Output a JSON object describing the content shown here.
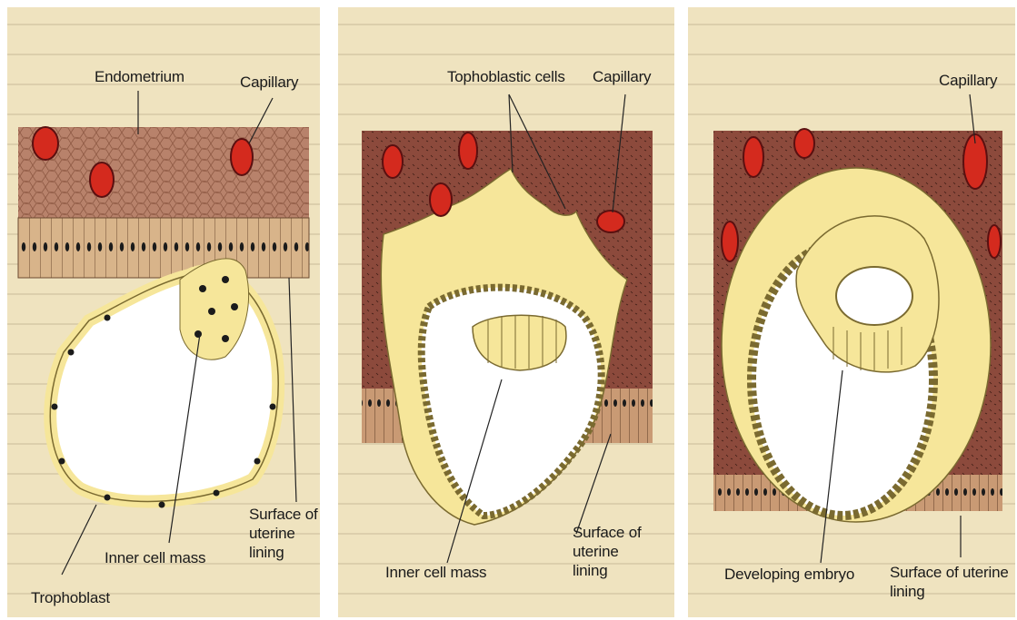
{
  "panels": [
    {
      "labels": {
        "endometrium": "Endometrium",
        "capillary": "Capillary",
        "inner_cell_mass": "Inner cell mass",
        "surface": "Surface of uterine lining",
        "trophoblast": "Trophoblast"
      }
    },
    {
      "labels": {
        "trophoblastic_cells": "Tophoblastic cells",
        "capillary": "Capillary",
        "inner_cell_mass": "Inner cell mass",
        "surface": "Surface of uterine lining"
      }
    },
    {
      "labels": {
        "capillary": "Capillary",
        "developing_embryo": "Developing embryo",
        "surface": "Surface of uterine lining"
      }
    }
  ],
  "colors": {
    "panel_bg": "#efe3bf",
    "endometrium": "#b8826b",
    "lining": "#d8b48a",
    "trophoblast": "#f6e69a",
    "blood_cell": "#d42a1e"
  }
}
